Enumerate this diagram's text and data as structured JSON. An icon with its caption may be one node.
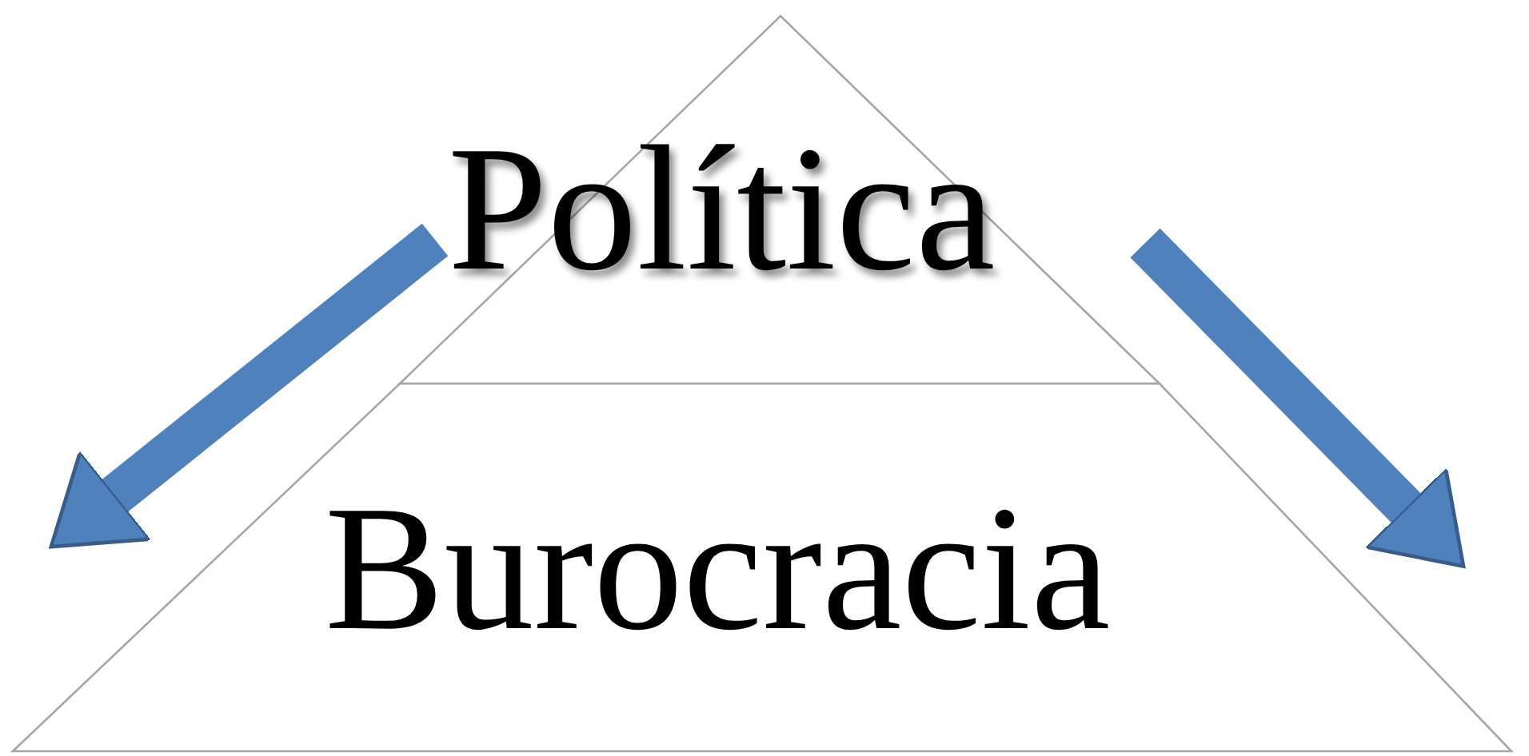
{
  "diagram": {
    "nodes": [
      {
        "text": [
          "Política"
        ]
      },
      {
        "text": [
          "Burocracia"
        ]
      }
    ],
    "edges": [
      {
        "from": 0,
        "to": 1,
        "arrow": "to"
      },
      {
        "from": 0,
        "to": 1,
        "arrow": "to"
      }
    ]
  }
}
